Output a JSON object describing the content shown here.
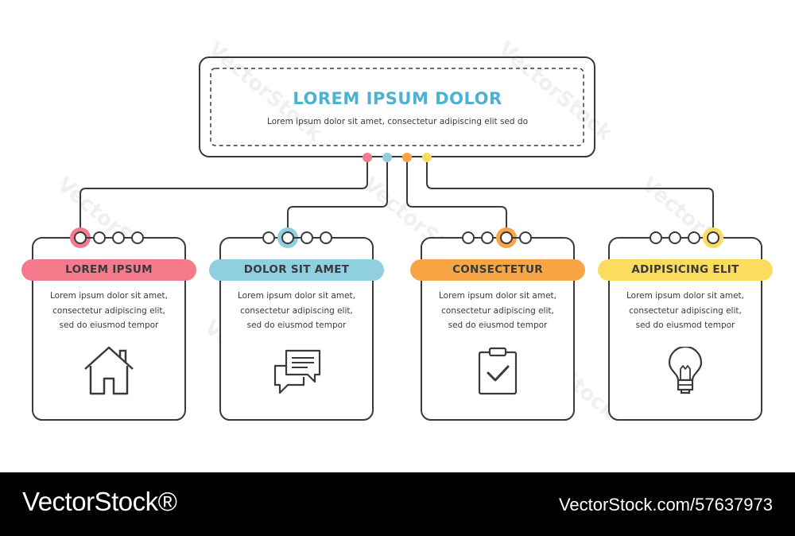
{
  "header": {
    "title": "LOREM IPSUM DOLOR",
    "subtitle": "Lorem ipsum dolor sit amet, consectetur adipiscing elit sed do"
  },
  "colors": {
    "outline": "#3a3a3a",
    "title": "#4bb2d4"
  },
  "cards": [
    {
      "title": "LOREM IPSUM",
      "color": "#f47a8c",
      "text": [
        "Lorem ipsum dolor sit amet,",
        "consectetur adipiscing elit,",
        "sed do eiusmod tempor"
      ],
      "icon": "house-icon"
    },
    {
      "title": "DOLOR SIT AMET",
      "color": "#8fcfdf",
      "text": [
        "Lorem ipsum dolor sit amet,",
        "consectetur adipiscing elit,",
        "sed do eiusmod tempor"
      ],
      "icon": "chat-bubbles-icon"
    },
    {
      "title": "CONSECTETUR",
      "color": "#f7a545",
      "text": [
        "Lorem ipsum dolor sit amet,",
        "consectetur adipiscing elit,",
        "sed do eiusmod tempor"
      ],
      "icon": "clipboard-check-icon"
    },
    {
      "title": "ADIPISICING ELIT",
      "color": "#fbdc5f",
      "text": [
        "Lorem ipsum dolor sit amet,",
        "consectetur adipiscing elit,",
        "sed do eiusmod tempor"
      ],
      "icon": "light-bulb-icon"
    }
  ],
  "watermark": "VectorStock",
  "footer": {
    "brand": "VectorStock®",
    "url": "VectorStock.com/57637973"
  }
}
